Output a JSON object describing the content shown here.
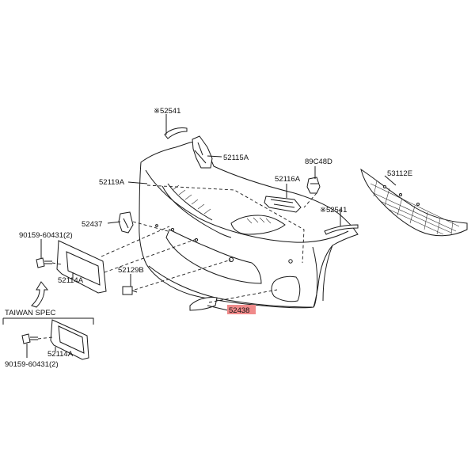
{
  "diagram": {
    "labels": {
      "p52541_top": "※52541",
      "p52115a": "52115A",
      "p52119a": "52119A",
      "p52116a": "52116A",
      "p89c48d": "89C48D",
      "p53112e": "53112E",
      "p52541_right": "※52541",
      "p52437": "52437",
      "p90159_top": "90159-60431(2)",
      "p52129b": "52129B",
      "p52114a_top": "52114A",
      "p52438": "52438",
      "p52114a_bottom": "52114A",
      "p90159_bottom": "90159-60431(2)"
    },
    "taiwan_spec": "TAIWAN SPEC",
    "highlight_color": "#f08a8a"
  }
}
